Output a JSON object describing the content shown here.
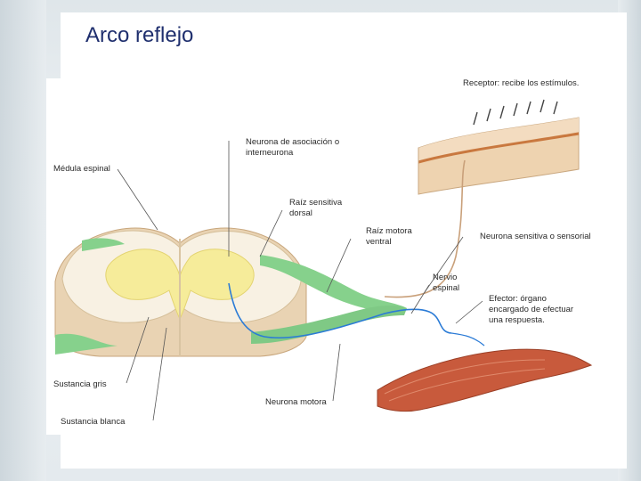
{
  "slide": {
    "title": "Arco reflejo"
  },
  "labels": {
    "receptor": "Receptor: recibe los estímulos.",
    "interneuron_1": "Neurona de asociación o",
    "interneuron_2": "interneurona",
    "medula": "Médula espinal",
    "raiz_sensitiva_1": "Raíz sensitiva",
    "raiz_sensitiva_2": "dorsal",
    "raiz_motora_1": "Raíz motora",
    "raiz_motora_2": "ventral",
    "neurona_sensitiva": "Neurona sensitiva o sensorial",
    "nervio_1": "Nervio",
    "nervio_2": "espinal",
    "efector_1": "Efector: órgano",
    "efector_2": "encargado de efectuar",
    "efector_3": "una respuesta.",
    "sustancia_gris": "Sustancia gris",
    "sustancia_blanca": "Sustancia blanca",
    "neurona_motora": "Neurona motora"
  },
  "colors": {
    "title": "#1f2f6e",
    "gray_matter": "#f6ec9a",
    "white_matter": "#f7efe2",
    "spinal_side": "#e8cfae",
    "nerve": "#7fcf86",
    "muscle": "#c85a3c",
    "skin_top": "#e9c79b",
    "motor_path": "#2b7bd6"
  }
}
